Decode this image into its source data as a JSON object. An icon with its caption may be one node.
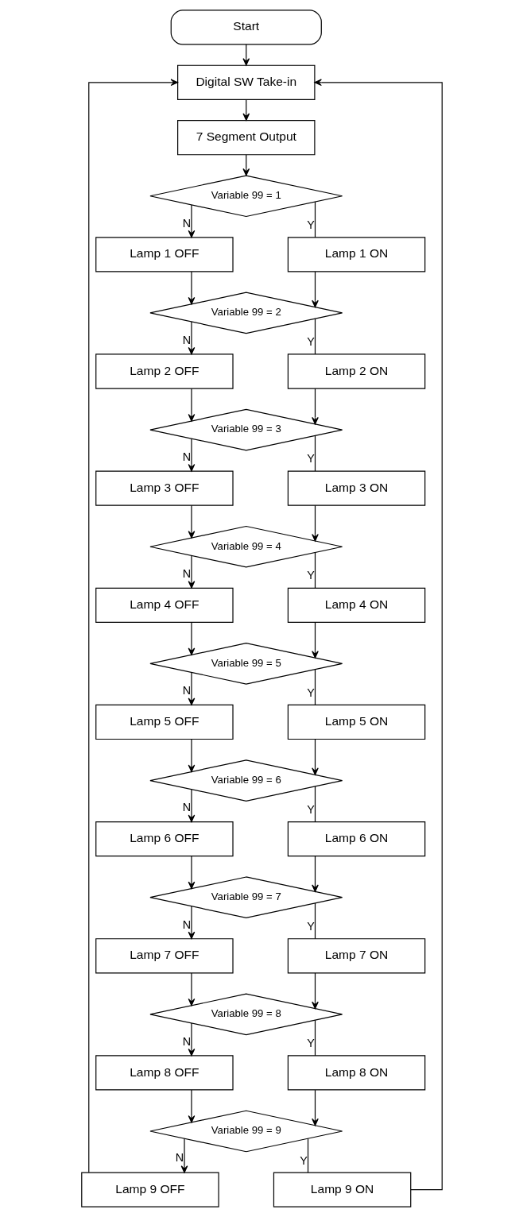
{
  "diagram": {
    "nodes": [
      {
        "text": [
          "Start"
        ]
      },
      {
        "text": [
          "Digital SW Take-in"
        ]
      },
      {
        "text": [
          "7 Segment Output"
        ]
      },
      {
        "text": [
          "Variable 99 = 1"
        ]
      },
      {
        "text": [
          "Lamp 1 OFF"
        ]
      },
      {
        "text": [
          "Lamp 1 ON"
        ]
      },
      {
        "text": [
          "Variable 99 = 2"
        ]
      },
      {
        "text": [
          "Lamp 2 OFF"
        ]
      },
      {
        "text": [
          "Lamp 2 ON"
        ]
      },
      {
        "text": [
          "Variable 99 = 3"
        ]
      },
      {
        "text": [
          "Lamp 3 OFF"
        ]
      },
      {
        "text": [
          "Lamp 3 ON"
        ]
      },
      {
        "text": [
          "Variable 99 = 4"
        ]
      },
      {
        "text": [
          "Lamp 4 OFF"
        ]
      },
      {
        "text": [
          "Lamp 4 ON"
        ]
      },
      {
        "text": [
          "Variable 99 = 5"
        ]
      },
      {
        "text": [
          "Lamp 5 OFF"
        ]
      },
      {
        "text": [
          "Lamp 5 ON"
        ]
      },
      {
        "text": [
          "Variable 99 = 6"
        ]
      },
      {
        "text": [
          "Lamp 6 OFF"
        ]
      },
      {
        "text": [
          "Lamp 6 ON"
        ]
      },
      {
        "text": [
          "Variable 99 = 7"
        ]
      },
      {
        "text": [
          "Lamp 7 OFF"
        ]
      },
      {
        "text": [
          "Lamp 7 ON"
        ]
      },
      {
        "text": [
          "Variable 99 = 8"
        ]
      },
      {
        "text": [
          "Lamp 8 OFF"
        ]
      },
      {
        "text": [
          "Lamp 8 ON"
        ]
      },
      {
        "text": [
          "Variable 99 = 9"
        ]
      },
      {
        "text": [
          "Lamp 9 OFF"
        ]
      },
      {
        "text": [
          "Lamp 9 ON"
        ]
      }
    ],
    "edges": [
      {
        "from": 0,
        "to": 1,
        "arrow": "to"
      },
      {
        "from": 1,
        "to": 2,
        "arrow": "to"
      },
      {
        "from": 2,
        "to": 3,
        "arrow": "to"
      },
      {
        "from": 3,
        "to": 4,
        "arrow": "to",
        "label": "N"
      },
      {
        "from": 3,
        "to": 5,
        "arrow": "none",
        "label": "Y"
      },
      {
        "from": 4,
        "to": 6,
        "arrow": "to"
      },
      {
        "from": 5,
        "to": 6,
        "arrow": "to"
      },
      {
        "from": 6,
        "to": 7,
        "arrow": "to",
        "label": "N"
      },
      {
        "from": 6,
        "to": 8,
        "arrow": "none",
        "label": "Y"
      },
      {
        "from": 7,
        "to": 9,
        "arrow": "to"
      },
      {
        "from": 8,
        "to": 9,
        "arrow": "to"
      },
      {
        "from": 9,
        "to": 10,
        "arrow": "to",
        "label": "N"
      },
      {
        "from": 9,
        "to": 11,
        "arrow": "none",
        "label": "Y"
      },
      {
        "from": 10,
        "to": 12,
        "arrow": "to"
      },
      {
        "from": 11,
        "to": 12,
        "arrow": "to"
      },
      {
        "from": 12,
        "to": 13,
        "arrow": "to",
        "label": "N"
      },
      {
        "from": 12,
        "to": 14,
        "arrow": "none",
        "label": "Y"
      },
      {
        "from": 13,
        "to": 15,
        "arrow": "to"
      },
      {
        "from": 14,
        "to": 15,
        "arrow": "to"
      },
      {
        "from": 15,
        "to": 16,
        "arrow": "to",
        "label": "N"
      },
      {
        "from": 15,
        "to": 17,
        "arrow": "none",
        "label": "Y"
      },
      {
        "from": 16,
        "to": 18,
        "arrow": "to"
      },
      {
        "from": 17,
        "to": 18,
        "arrow": "to"
      },
      {
        "from": 18,
        "to": 19,
        "arrow": "to",
        "label": "N"
      },
      {
        "from": 18,
        "to": 20,
        "arrow": "none",
        "label": "Y"
      },
      {
        "from": 19,
        "to": 21,
        "arrow": "to"
      },
      {
        "from": 20,
        "to": 21,
        "arrow": "to"
      },
      {
        "from": 21,
        "to": 22,
        "arrow": "to",
        "label": "N"
      },
      {
        "from": 21,
        "to": 23,
        "arrow": "none",
        "label": "Y"
      },
      {
        "from": 22,
        "to": 24,
        "arrow": "to"
      },
      {
        "from": 23,
        "to": 24,
        "arrow": "to"
      },
      {
        "from": 24,
        "to": 25,
        "arrow": "to",
        "label": "N"
      },
      {
        "from": 24,
        "to": 26,
        "arrow": "none",
        "label": "Y"
      },
      {
        "from": 25,
        "to": 27,
        "arrow": "to"
      },
      {
        "from": 26,
        "to": 27,
        "arrow": "to"
      },
      {
        "from": 27,
        "to": 28,
        "arrow": "to",
        "label": "N"
      },
      {
        "from": 27,
        "to": 29,
        "arrow": "none",
        "label": "Y"
      },
      {
        "from": 28,
        "to": 1,
        "arrow": "to"
      },
      {
        "from": 29,
        "to": 1,
        "arrow": "to"
      }
    ]
  }
}
